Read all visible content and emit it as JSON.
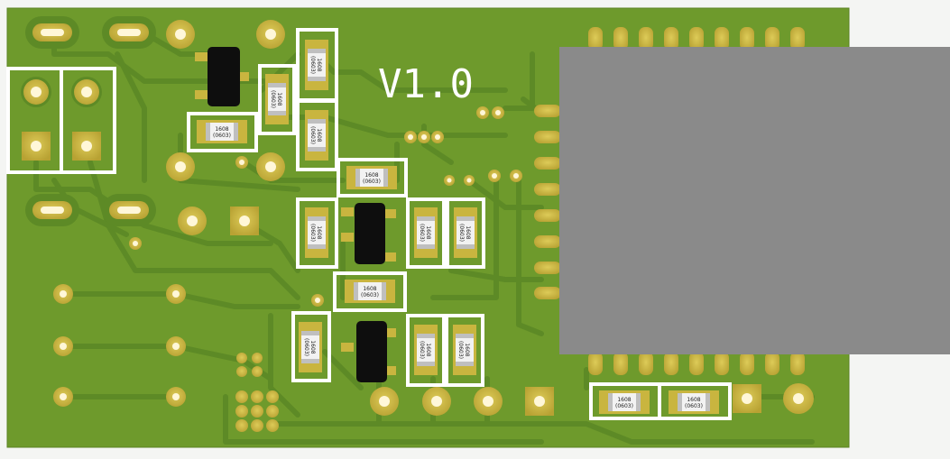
{
  "board": {
    "version_label": "V1.0",
    "resistor_code": "1608",
    "resistor_package": "(0603)"
  },
  "colors": {
    "background": "#f4f5f3",
    "board": "#6e9a2c",
    "trace": "#5d8a26",
    "pad": "#c9b53f",
    "silkscreen": "#ffffff",
    "module": "#8a8a8a",
    "ic": "#0e0e0e"
  }
}
